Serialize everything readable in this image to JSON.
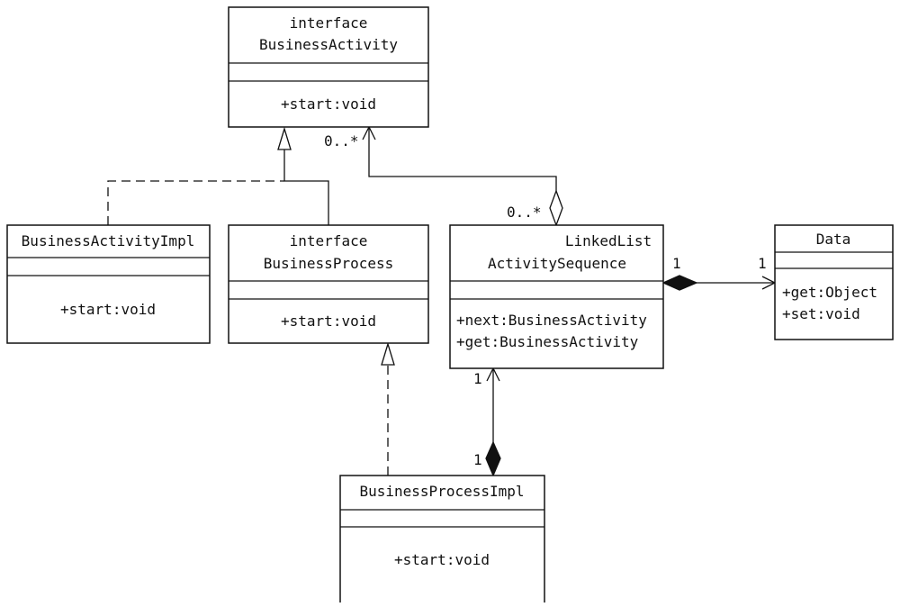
{
  "classes": {
    "business_activity": {
      "stereotype": "interface",
      "name": "BusinessActivity",
      "operations": [
        "+start:void"
      ]
    },
    "business_activity_impl": {
      "name": "BusinessActivityImpl",
      "operations": [
        "+start:void"
      ]
    },
    "business_process": {
      "stereotype": "interface",
      "name": "BusinessProcess",
      "operations": [
        "+start:void"
      ]
    },
    "activity_sequence": {
      "stereotype": "LinkedList",
      "name": "ActivitySequence",
      "operations": [
        "+next:BusinessActivity",
        "+get:BusinessActivity"
      ]
    },
    "data": {
      "name": "Data",
      "operations": [
        "+get:Object",
        "+set:void"
      ]
    },
    "business_process_impl": {
      "name": "BusinessProcessImpl",
      "operations": [
        "+start:void"
      ]
    }
  },
  "multiplicities": {
    "activity_target": "0..*",
    "sequence_source": "0..*",
    "sequence_data_source": "1",
    "sequence_data_target": "1",
    "process_sequence_target": "1",
    "process_sequence_source": "1"
  }
}
